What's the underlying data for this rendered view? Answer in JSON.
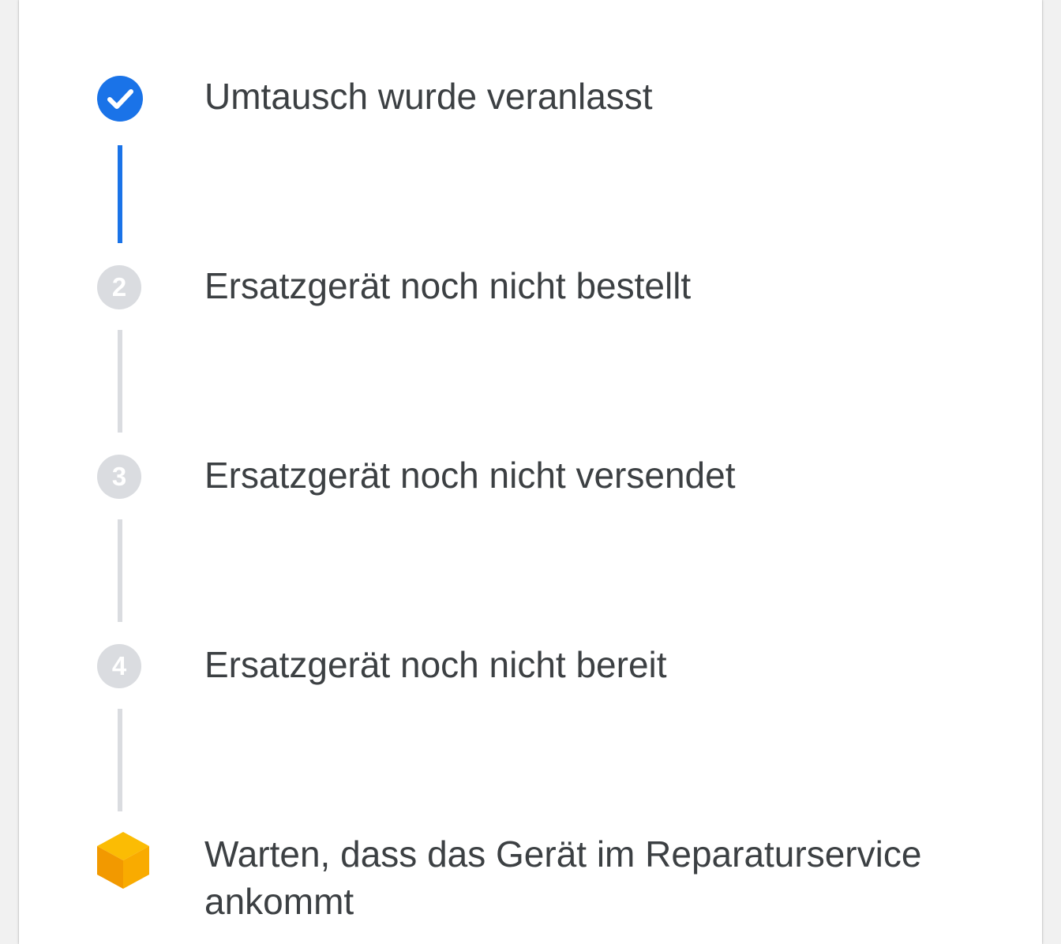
{
  "steps": [
    {
      "status": "done",
      "icon": "check-icon",
      "label": "Umtausch wurde veranlasst"
    },
    {
      "status": "pending",
      "number": "2",
      "label": "Ersatzgerät noch nicht bestellt"
    },
    {
      "status": "pending",
      "number": "3",
      "label": "Ersatzgerät noch nicht versendet"
    },
    {
      "status": "pending",
      "number": "4",
      "label": "Ersatzgerät noch nicht bereit"
    },
    {
      "status": "current",
      "icon": "package-box-icon",
      "label": "Warten, dass das Gerät im Reparaturservice ankommt"
    }
  ],
  "colors": {
    "done": "#1a73e8",
    "pending": "#dadce0",
    "box_top": "#fbbc04",
    "box_side": "#f29900",
    "text": "#3c4043"
  }
}
